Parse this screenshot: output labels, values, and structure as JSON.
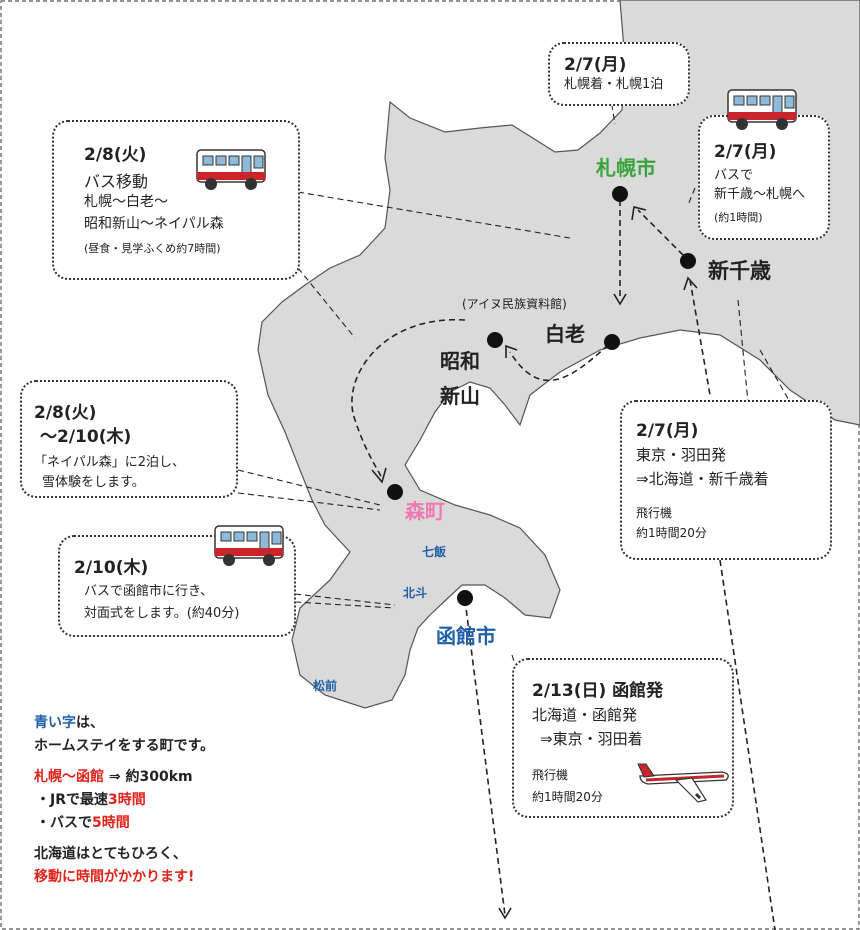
{
  "cities": {
    "sapporo": "札幌市",
    "shinchitose": "新千歳",
    "shiraoi": "白老",
    "showa": [
      "昭和",
      "新山"
    ],
    "ainu": "(アイヌ民族資料館)",
    "mori": "森町",
    "nanae": "七飯",
    "hokuto": "北斗",
    "hakodate": "函館市",
    "matsumae": "松前"
  },
  "callouts": {
    "c1": {
      "date": "2/7(月)",
      "lines": [
        "札幌着・札幌1泊"
      ]
    },
    "c2": {
      "date": "2/8(火)",
      "lines": [
        "バス移動",
        "札幌～白老～",
        "昭和新山～ネイパル森",
        "(昼食・見学ふくめ約7時間)"
      ]
    },
    "c3": {
      "date": "2/7(月)",
      "lines": [
        "バスで",
        "新千歳～札幌へ",
        "(約1時間)"
      ]
    },
    "c4": {
      "date_lines": [
        "2/8(火)",
        "～2/10(木)"
      ],
      "lines": [
        "「ネイパル森」に2泊し、",
        "雪体験をします。"
      ]
    },
    "c5": {
      "date": "2/7(月)",
      "lines": [
        "東京・羽田発",
        "⇒北海道・新千歳着",
        "飛行機",
        "約1時間20分"
      ]
    },
    "c6": {
      "date": "2/10(木)",
      "lines": [
        "バスで函館市に行き、",
        "対面式をします。(約40分)"
      ]
    },
    "c7": {
      "date": "2/13(日) 函館発",
      "lines": [
        "北海道・函館発",
        "⇒東京・羽田着",
        "飛行機",
        "約1時間20分"
      ]
    }
  },
  "legend": {
    "line1_blue": "青い字",
    "line1_rest": "は、",
    "line2": "ホームステイをする町です。",
    "line3_red": "札幌～函館",
    "line3_rest": " ⇒ 約300km",
    "line4_pre": "・JRで最速",
    "line4_red": "3時間",
    "line5_pre": "・バスで",
    "line5_red": "5時間",
    "line6": "北海道はとてもひろく、",
    "line7": "移動に時間がかかります!"
  },
  "colors": {
    "land": "#dadada",
    "sapporo": "#3aa33a",
    "mori": "#f07ab0",
    "homestay_blue": "#1f5fa8",
    "emphasis_red": "#e0231b"
  },
  "icons": [
    "bus-icon",
    "bus-icon",
    "bus-icon",
    "airplane-icon"
  ]
}
